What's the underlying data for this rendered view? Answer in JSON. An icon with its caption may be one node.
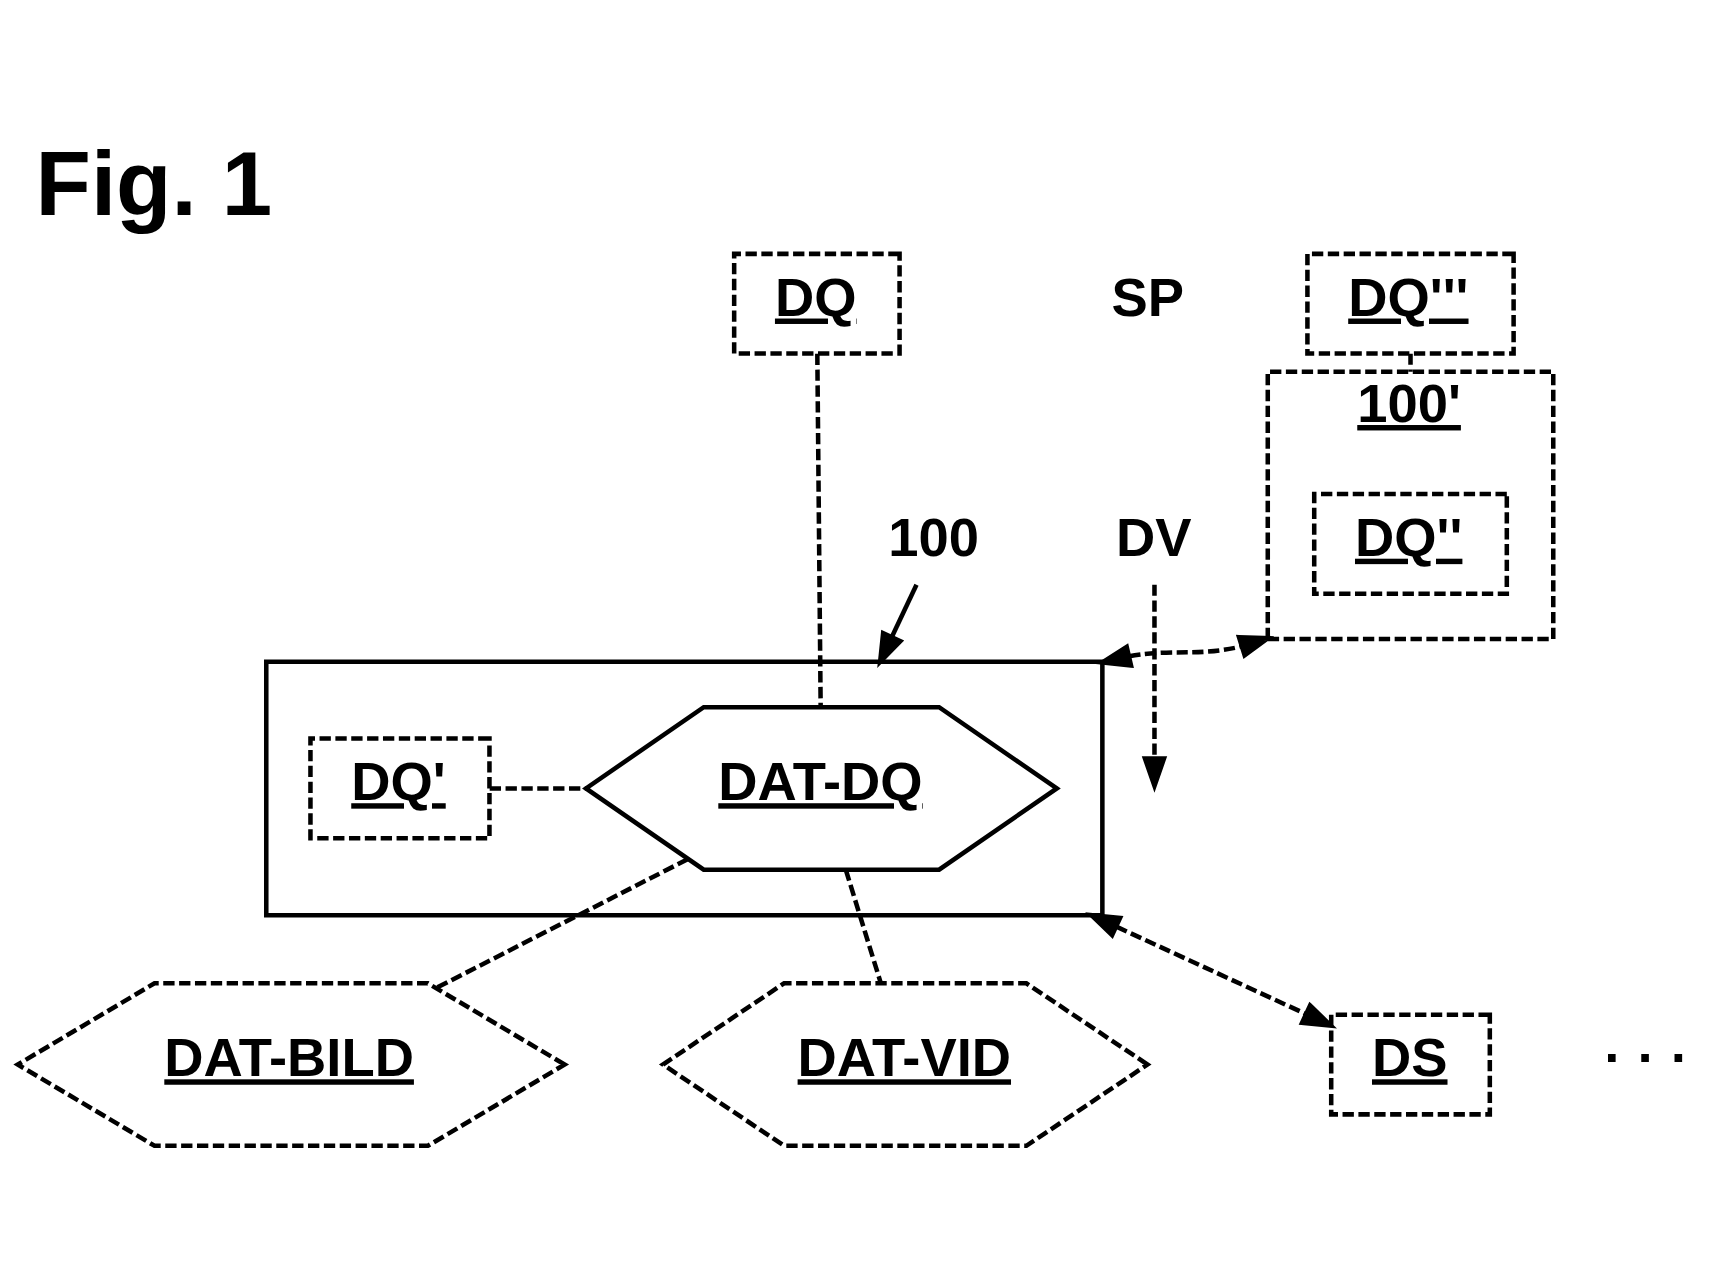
{
  "diagram": {
    "title": "Fig. 1",
    "nodes": [
      {
        "text": [
          "DQ"
        ]
      },
      {
        "text": [
          "100"
        ]
      },
      {
        "text": [
          "DQ'''"
        ]
      },
      {
        "text": [
          "DV"
        ]
      },
      {
        "text": [],
        "shape": "box"
      },
      {
        "text": [
          "DQ'"
        ],
        "in": 4
      },
      {
        "text": [
          "DAT-DQ"
        ],
        "in": 4
      },
      {
        "text": [
          "100'"
        ]
      },
      {
        "text": [
          "DQ''"
        ],
        "in": 7
      },
      {
        "text": [
          "DS"
        ]
      },
      {
        "text": [
          "DAT-BILD"
        ]
      },
      {
        "text": [
          "DAT-VID"
        ]
      }
    ],
    "edges": [
      {
        "from": 1,
        "to": 4,
        "arrow": "to"
      },
      {
        "from": 0,
        "to": 6,
        "arrow": "none",
        "style": "dashed"
      },
      {
        "from": 5,
        "to": 6,
        "arrow": "none",
        "style": "dashed"
      },
      {
        "from": 2,
        "to": 7,
        "arrow": "none",
        "style": "dashed"
      },
      {
        "from": 3,
        "to": null,
        "arrow": "to",
        "style": "dashed"
      },
      {
        "from": 4,
        "to": 7,
        "arrow": "both",
        "style": "dashed"
      },
      {
        "from": 4,
        "to": 9,
        "arrow": "both",
        "style": "dashed"
      },
      {
        "from": 6,
        "to": 10,
        "arrow": "none",
        "style": "dashed"
      },
      {
        "from": 6,
        "to": 11,
        "arrow": "none",
        "style": "dashed"
      }
    ],
    "labels": [
      "SP",
      "· · ·"
    ]
  }
}
